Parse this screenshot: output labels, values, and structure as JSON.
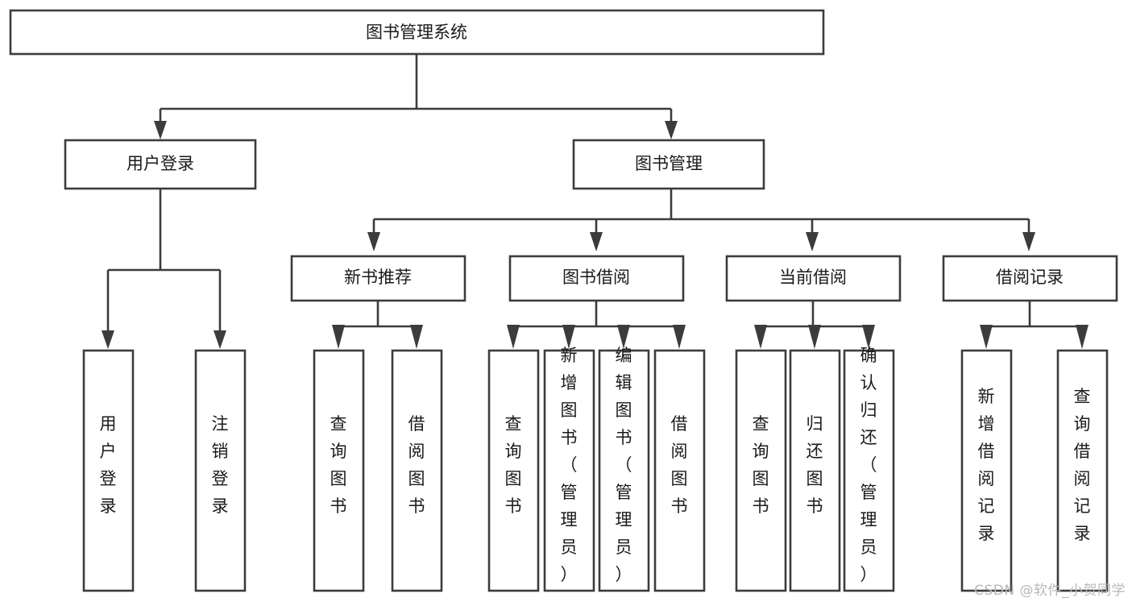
{
  "diagram": {
    "type": "tree-hierarchy-chart",
    "title": "图书管理系统",
    "watermark": "CSDN @软件_小贺同学",
    "colors": {
      "stroke": "#3c3c3c",
      "box_fill": "#ffffff",
      "text": "#1a1a1a",
      "background": "#ffffff",
      "watermark": "#b8b8b8"
    },
    "root": {
      "label": "图书管理系统",
      "orientation": "horizontal"
    },
    "level2": [
      {
        "label": "用户登录",
        "orientation": "horizontal"
      },
      {
        "label": "图书管理",
        "orientation": "horizontal"
      }
    ],
    "level3": [
      {
        "label": "新书推荐",
        "orientation": "horizontal"
      },
      {
        "label": "图书借阅",
        "orientation": "horizontal"
      },
      {
        "label": "当前借阅",
        "orientation": "horizontal"
      },
      {
        "label": "借阅记录",
        "orientation": "horizontal"
      }
    ],
    "leaves": {
      "user_login": [
        {
          "label": "用户登录",
          "orientation": "vertical"
        },
        {
          "label": "注销登录",
          "orientation": "vertical"
        }
      ],
      "new_book_recommend": [
        {
          "label": "查询图书",
          "orientation": "vertical"
        },
        {
          "label": "借阅图书",
          "orientation": "vertical"
        }
      ],
      "book_borrow": [
        {
          "label": "查询图书",
          "orientation": "vertical"
        },
        {
          "label": "新增图书（管理员）",
          "orientation": "vertical"
        },
        {
          "label": "编辑图书（管理员）",
          "orientation": "vertical"
        },
        {
          "label": "借阅图书",
          "orientation": "vertical"
        }
      ],
      "current_borrow": [
        {
          "label": "查询图书",
          "orientation": "vertical"
        },
        {
          "label": "归还图书",
          "orientation": "vertical"
        },
        {
          "label": "确认归还（管理员）",
          "orientation": "vertical"
        }
      ],
      "borrow_record": [
        {
          "label": "新增借阅记录",
          "orientation": "vertical"
        },
        {
          "label": "查询借阅记录",
          "orientation": "vertical"
        }
      ]
    }
  }
}
